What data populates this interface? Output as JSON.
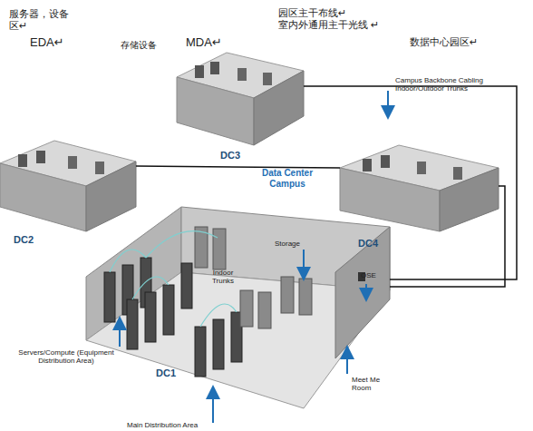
{
  "diagram": {
    "nodes": [
      {
        "text": [
          "DC3"
        ]
      },
      {
        "text": [
          "DC2"
        ]
      },
      {
        "text": [
          "DC4"
        ]
      },
      {
        "text": [
          "DC1"
        ]
      }
    ],
    "edges": [
      {
        "from": 1,
        "to": 2,
        "arrow": "none"
      },
      {
        "from": 0,
        "to": 3,
        "arrow": "none"
      },
      {
        "from": 2,
        "to": 3,
        "arrow": "none"
      }
    ],
    "labels": [
      "服务器，设备 区↵",
      "EDA↵",
      "存储设备",
      "MDA↵",
      "园区主干布线↵ 室内外通用主干光线 ↵",
      "数据中心园区↵",
      "Campus Backbone Cabling Indoor/Outdoor Trunks",
      "Data Center Campus",
      "Storage",
      "OSE",
      "Indoor Trunks",
      "Servers/Compute (Equipment Distribution Area)",
      "Meet Me Room",
      "Main Distribution Area"
    ]
  }
}
